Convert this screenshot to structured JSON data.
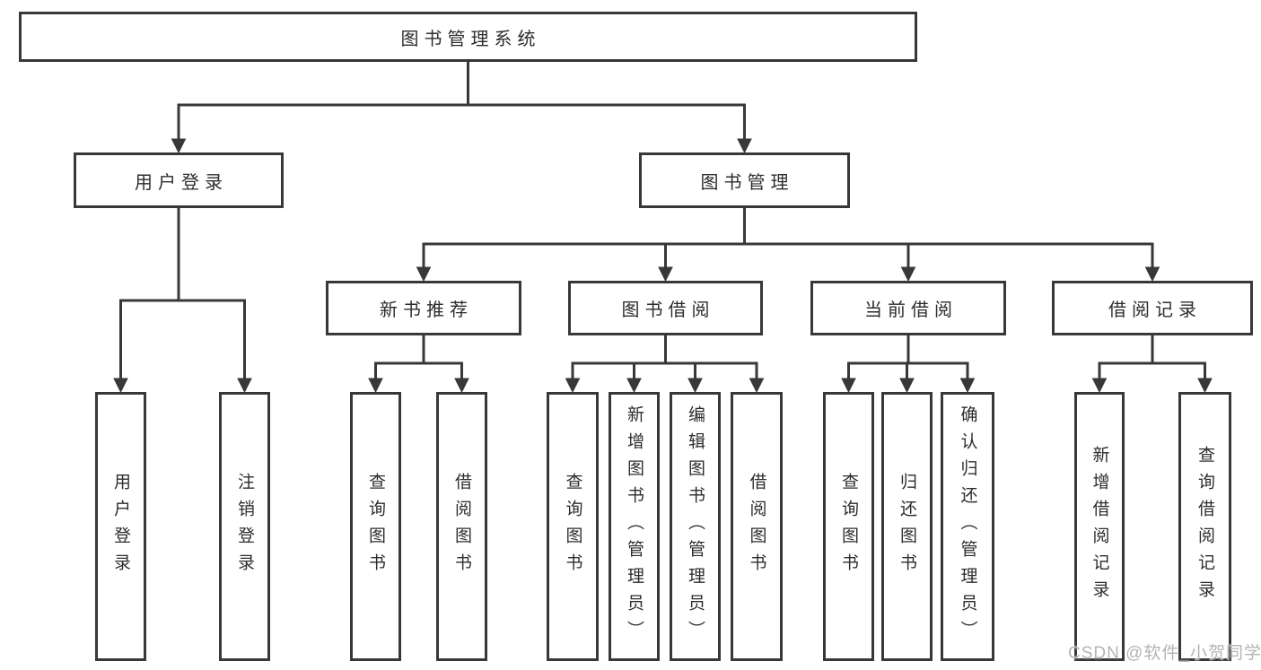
{
  "tree": {
    "root": "图书管理系统",
    "branches": [
      {
        "label": "用户登录",
        "children": [
          "用户登录",
          "注销登录"
        ]
      },
      {
        "label": "图书管理",
        "children": [
          {
            "label": "新书推荐",
            "children": [
              "查询图书",
              "借阅图书"
            ]
          },
          {
            "label": "图书借阅",
            "children": [
              "查询图书",
              "新增图书（管理员）",
              "编辑图书（管理员）",
              "借阅图书"
            ]
          },
          {
            "label": "当前借阅",
            "children": [
              "查询图书",
              "归还图书",
              "确认归还（管理员）"
            ]
          },
          {
            "label": "借阅记录",
            "children": [
              "新增借阅记录",
              "查询借阅记录"
            ]
          }
        ]
      }
    ]
  },
  "watermark": {
    "text": "CSDN @软件_小贺同学",
    "color": "#b4b4b4"
  },
  "colors": {
    "line": "#383838",
    "box_background": "#ffffff",
    "text": "#2d2d2d"
  }
}
